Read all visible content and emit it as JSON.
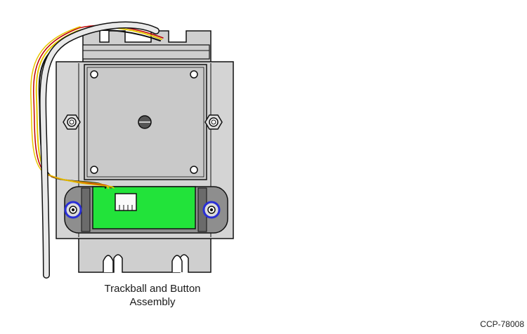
{
  "caption": {
    "line1": "Trackball and Button",
    "line2": "Assembly"
  },
  "figure_id": "CCP-78008",
  "colors": {
    "metal": "#cfcfcf",
    "metal_dark": "#bdbdbd",
    "pcb": "#22e33a",
    "highlight_ring": "#2a2fd6",
    "outline": "#111111"
  },
  "highlighted_screws": 2
}
